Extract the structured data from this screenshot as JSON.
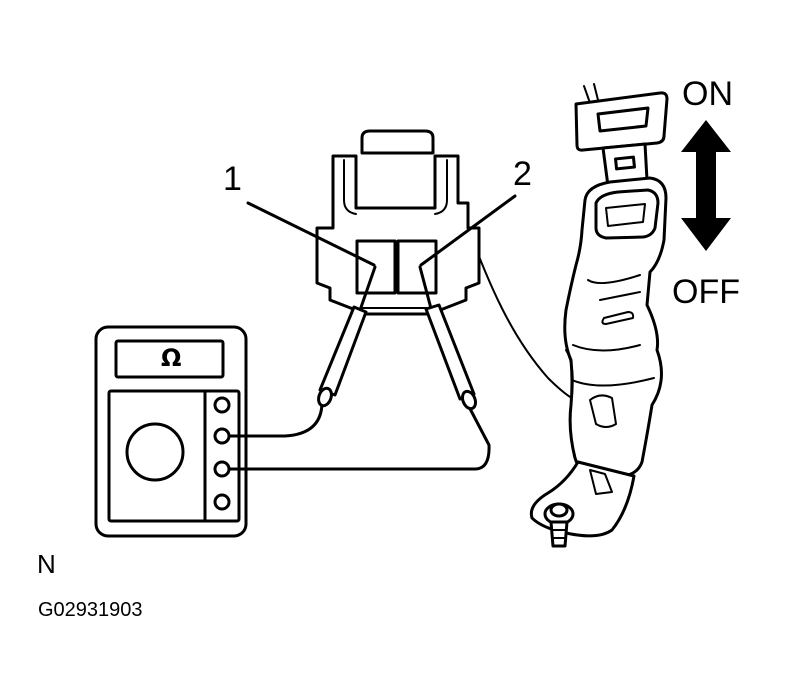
{
  "labels": {
    "pin1": "1",
    "pin2": "2",
    "switch_on": "ON",
    "switch_off": "OFF",
    "corner_letter": "N",
    "figure_code": "G02931903",
    "meter_unit": "Ω"
  },
  "icons": {
    "ohmmeter": "ohmmeter-icon",
    "connector": "connector-icon",
    "buckle": "seat-belt-buckle-icon",
    "direction": "double-arrow-icon"
  },
  "colors": {
    "line": "#000000",
    "background": "#ffffff"
  }
}
